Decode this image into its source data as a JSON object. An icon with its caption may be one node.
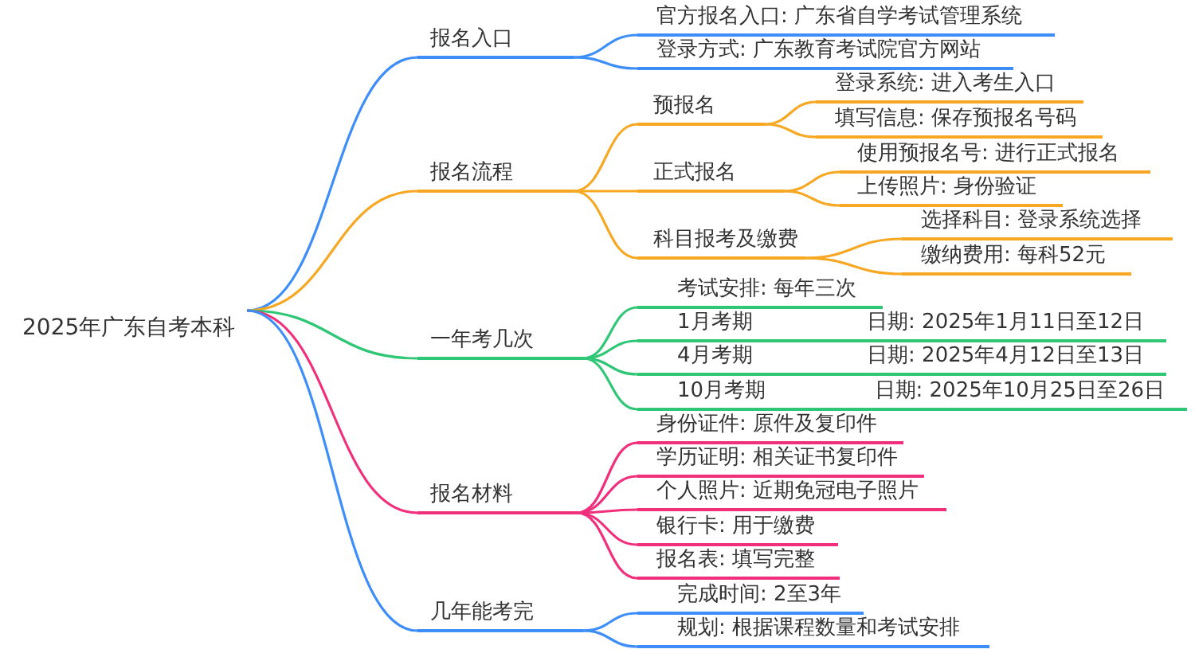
{
  "diagram": {
    "nodes": [
      {
        "text": [
          "2025年广东自考本科"
        ]
      },
      {
        "text": [
          "报名入口"
        ]
      },
      {
        "text": [
          "官方报名入口: 广东省自学考试管理系统"
        ]
      },
      {
        "text": [
          "登录方式: 广东教育考试院官方网站"
        ]
      },
      {
        "text": [
          "报名流程"
        ]
      },
      {
        "text": [
          "预报名"
        ]
      },
      {
        "text": [
          "登录系统: 进入考生入口"
        ]
      },
      {
        "text": [
          "填写信息: 保存预报名号码"
        ]
      },
      {
        "text": [
          "正式报名"
        ]
      },
      {
        "text": [
          "使用预报名号: 进行正式报名"
        ]
      },
      {
        "text": [
          "上传照片: 身份验证"
        ]
      },
      {
        "text": [
          "科目报考及缴费"
        ]
      },
      {
        "text": [
          "选择科目: 登录系统选择"
        ]
      },
      {
        "text": [
          "缴纳费用: 每科52元"
        ]
      },
      {
        "text": [
          "一年考几次"
        ]
      },
      {
        "text": [
          "考试安排: 每年三次"
        ]
      },
      {
        "text": [
          "1月考期",
          "日期: 2025年1月11日至12日"
        ]
      },
      {
        "text": [
          "4月考期",
          "日期: 2025年4月12日至13日"
        ]
      },
      {
        "text": [
          "10月考期",
          "日期: 2025年10月25日至26日"
        ]
      },
      {
        "text": [
          "报名材料"
        ]
      },
      {
        "text": [
          "身份证件: 原件及复印件"
        ]
      },
      {
        "text": [
          "学历证明: 相关证书复印件"
        ]
      },
      {
        "text": [
          "个人照片: 近期免冠电子照片"
        ]
      },
      {
        "text": [
          "银行卡: 用于缴费"
        ]
      },
      {
        "text": [
          "报名表: 填写完整"
        ]
      },
      {
        "text": [
          "几年能考完"
        ]
      },
      {
        "text": [
          "完成时间: 2至3年"
        ]
      },
      {
        "text": [
          "规划: 根据课程数量和考试安排"
        ]
      }
    ],
    "edges": [
      {
        "from": 0,
        "to": 1,
        "arrow": "none",
        "color": "#3d8ef8"
      },
      {
        "from": 1,
        "to": 2,
        "arrow": "none",
        "color": "#3d8ef8"
      },
      {
        "from": 1,
        "to": 3,
        "arrow": "none",
        "color": "#3d8ef8"
      },
      {
        "from": 0,
        "to": 4,
        "arrow": "none"
      },
      {
        "from": 4,
        "to": 5,
        "arrow": "none"
      },
      {
        "from": 5,
        "to": 6,
        "arrow": "none"
      },
      {
        "from": 5,
        "to": 7,
        "arrow": "none"
      },
      {
        "from": 4,
        "to": 8,
        "arrow": "none"
      },
      {
        "from": 8,
        "to": 9,
        "arrow": "none"
      },
      {
        "from": 8,
        "to": 10,
        "arrow": "none"
      },
      {
        "from": 4,
        "to": 11,
        "arrow": "none"
      },
      {
        "from": 11,
        "to": 12,
        "arrow": "none"
      },
      {
        "from": 11,
        "to": 13,
        "arrow": "none"
      },
      {
        "from": 0,
        "to": 14,
        "arrow": "none",
        "color": "#2fc776"
      },
      {
        "from": 14,
        "to": 15,
        "arrow": "none",
        "color": "#2fc776"
      },
      {
        "from": 14,
        "to": 16,
        "arrow": "none",
        "color": "#2fc776"
      },
      {
        "from": 14,
        "to": 17,
        "arrow": "none",
        "color": "#2fc776"
      },
      {
        "from": 14,
        "to": 18,
        "arrow": "none",
        "color": "#2fc776"
      },
      {
        "from": 0,
        "to": 19,
        "arrow": "none",
        "color": "#f0307c"
      },
      {
        "from": 19,
        "to": 20,
        "arrow": "none",
        "color": "#f0307c"
      },
      {
        "from": 19,
        "to": 21,
        "arrow": "none",
        "color": "#f0307c"
      },
      {
        "from": 19,
        "to": 22,
        "arrow": "none",
        "color": "#f0307c"
      },
      {
        "from": 19,
        "to": 23,
        "arrow": "none",
        "color": "#f0307c"
      },
      {
        "from": 19,
        "to": 24,
        "arrow": "none",
        "color": "#f0307c"
      },
      {
        "from": 0,
        "to": 25,
        "arrow": "none",
        "color": "#3d8ef8"
      },
      {
        "from": 25,
        "to": 26,
        "arrow": "none",
        "color": "#3d8ef8"
      },
      {
        "from": 25,
        "to": 27,
        "arrow": "none",
        "color": "#3d8ef8"
      }
    ]
  }
}
